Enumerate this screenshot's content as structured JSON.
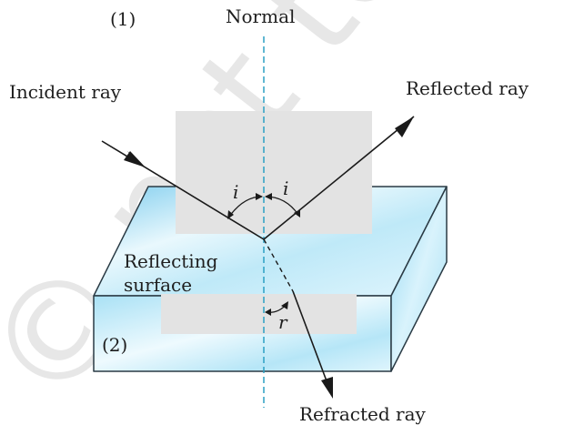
{
  "labels": {
    "medium_1": "(1)",
    "normal": "Normal",
    "incident_ray": "Incident ray",
    "reflected_ray": "Reflected ray",
    "reflecting_surface_line1": "Reflecting",
    "reflecting_surface_line2": "surface",
    "angle_incidence": "i",
    "angle_reflection": "i",
    "angle_refraction": "r",
    "medium_2": "(2)",
    "refracted_ray": "Refracted ray"
  },
  "watermark": "© not to be republished",
  "colors": {
    "slab_light": "#e4f7fd",
    "slab_mid": "#a9e1f5",
    "slab_dark": "#7fcdee",
    "slab_edge": "#2a3a44",
    "gray_panel": "#e3e3e3",
    "normal_line": "#2b9fc3",
    "ray": "#1a1a1a"
  }
}
